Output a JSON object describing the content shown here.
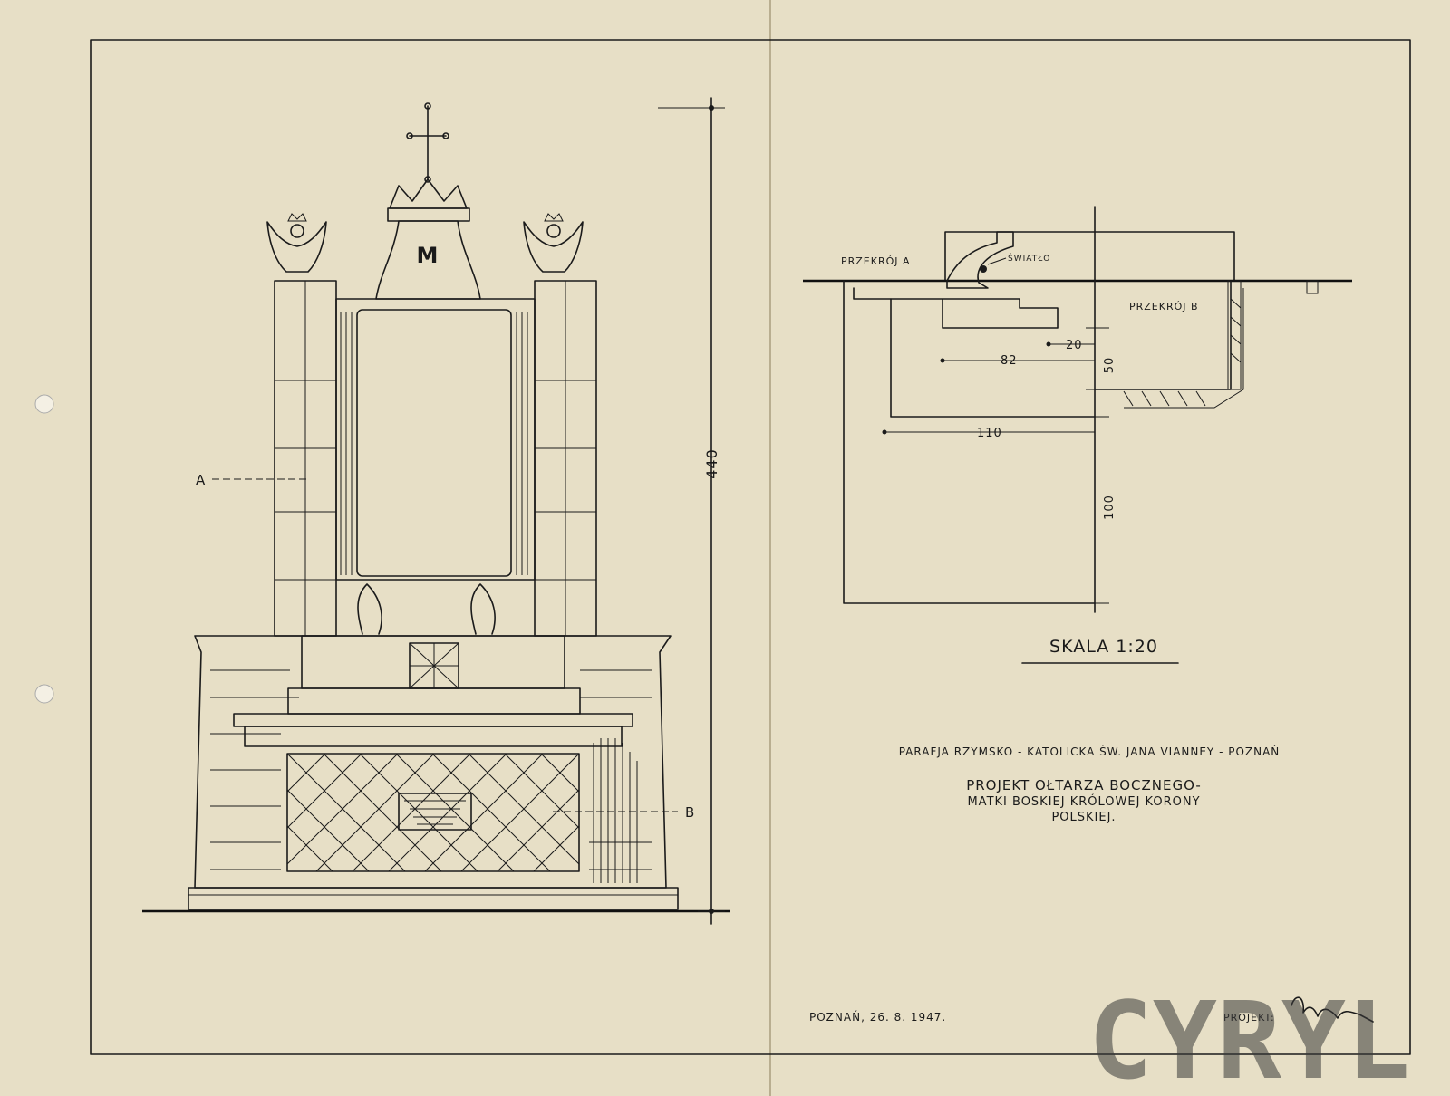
{
  "labels": {
    "section_a": "A",
    "section_b": "B",
    "height_dim": "440",
    "przekroj_a": "PRZEKRÓJ A",
    "przekroj_b": "PRZEKRÓJ B",
    "swiatlo": "ŚWIATŁO",
    "dim_20": "20",
    "dim_82": "82",
    "dim_50": "50",
    "dim_110": "110",
    "dim_100": "100",
    "scale": "SKALA 1:20"
  },
  "title_block": {
    "parish": "PARAFJA RZYMSKO - KATOLICKA ŚW. JANA VIANNEY - POZNAŃ",
    "project_line1": "PROJEKT OŁTARZA BOCZNEGO-",
    "project_line2": "MATKI BOSKIEJ KRÓLOWEJ KORONY",
    "project_line3": "POLSKIEJ.",
    "date": "POZNAŃ, 26. 8. 1947.",
    "projekt_label": "PROJEKT:"
  },
  "watermark": "CYRYL",
  "colors": {
    "paper": "#e7dfc6",
    "ink": "#1b1b1b",
    "background": "#1a1a1a"
  },
  "icons": [
    "cross-icon",
    "crown-icon",
    "eagle-icon",
    "signature-icon"
  ]
}
